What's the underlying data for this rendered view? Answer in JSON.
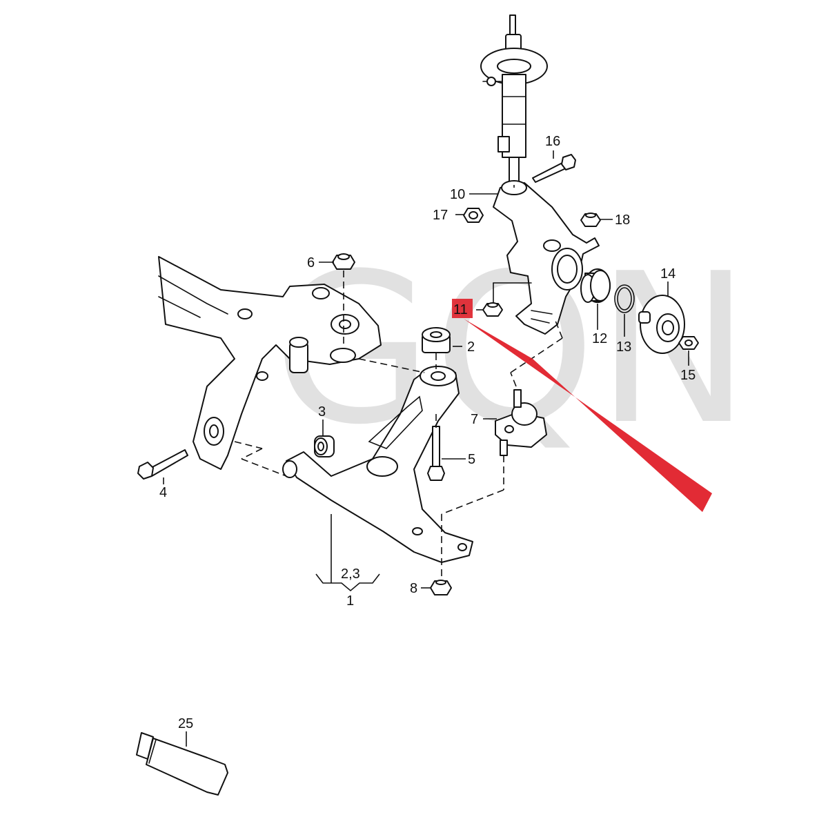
{
  "watermark": "GQN",
  "highlight_color": "#e0202a",
  "highlighted_part": "11",
  "labels": {
    "p1": "1",
    "p23": "2,3",
    "p2": "2",
    "p3": "3",
    "p4": "4",
    "p5": "5",
    "p6": "6",
    "p7": "7",
    "p8": "8",
    "p10": "10",
    "p11": "11",
    "p12": "12",
    "p13": "13",
    "p14": "14",
    "p15": "15",
    "p16": "16",
    "p17": "17",
    "p18": "18",
    "p25": "25"
  }
}
